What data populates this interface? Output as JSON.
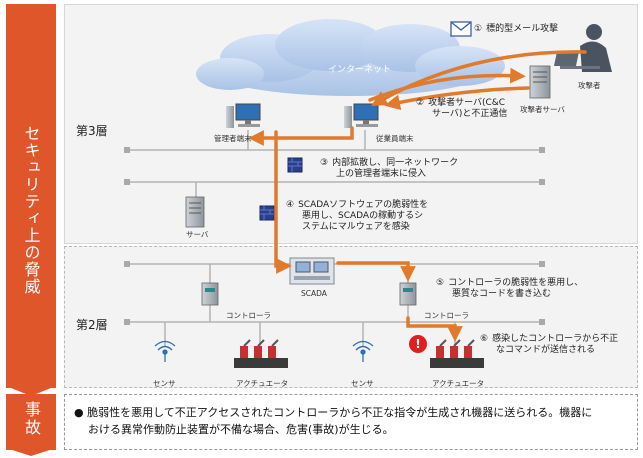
{
  "side": {
    "threat_label": "セキュリティ上の脅威",
    "incident_label": "事故"
  },
  "layers": {
    "layer3": "第3層",
    "layer2": "第2層"
  },
  "internet": "インターネット",
  "nodes": {
    "attacker": "攻撃者",
    "attacker_server": "攻撃者サーバ",
    "admin_terminal": "管理者端末",
    "employee_terminal": "従業員端末",
    "server": "サーバ",
    "scada": "SCADA",
    "controller_left": "コントローラ",
    "controller_right": "コントローラ",
    "sensor_left": "センサ",
    "actuator_left": "アクチュエータ",
    "sensor_right": "センサ",
    "actuator_right": "アクチュエータ"
  },
  "steps": [
    {
      "num": "①",
      "lines": [
        "標的型メール攻撃"
      ]
    },
    {
      "num": "②",
      "lines": [
        "攻撃者サーバ(C&C",
        "サーバ)と不正通信"
      ]
    },
    {
      "num": "③",
      "lines": [
        "内部拡散し、同一ネットワーク",
        "上の管理者端末に侵入"
      ]
    },
    {
      "num": "④",
      "lines": [
        "SCADAソフトウェアの脆弱性を",
        "悪用し、SCADAの稼動するシ",
        "ステムにマルウェアを感染"
      ]
    },
    {
      "num": "⑤",
      "lines": [
        "コントローラの脆弱性を悪用し、",
        "悪質なコードを書き込む"
      ]
    },
    {
      "num": "⑥",
      "lines": [
        "感染したコントローラから不正",
        "なコマンドが送信される"
      ]
    }
  ],
  "alert_symbol": "!",
  "incident_text": {
    "bullet": "●",
    "line1": "脆弱性を悪用して不正アクセスされたコントローラから不正な指令が生成され機器に送られる。機器に",
    "line2": "おける異常作動防止装置が不備な場合、危害(事故)が生じる。"
  },
  "colors": {
    "orange": "#e0562b",
    "arrow": "#e07a2c",
    "network_line": "#b3b3b3",
    "panel": "#f3f3f3",
    "alert": "#e02020"
  },
  "icons": [
    "mail-icon",
    "cloud-icon",
    "pc-icon",
    "server-icon",
    "firewall-icon",
    "scada-icon",
    "controller-icon",
    "sensor-icon",
    "actuator-icon",
    "alert-icon",
    "attacker-icon"
  ]
}
